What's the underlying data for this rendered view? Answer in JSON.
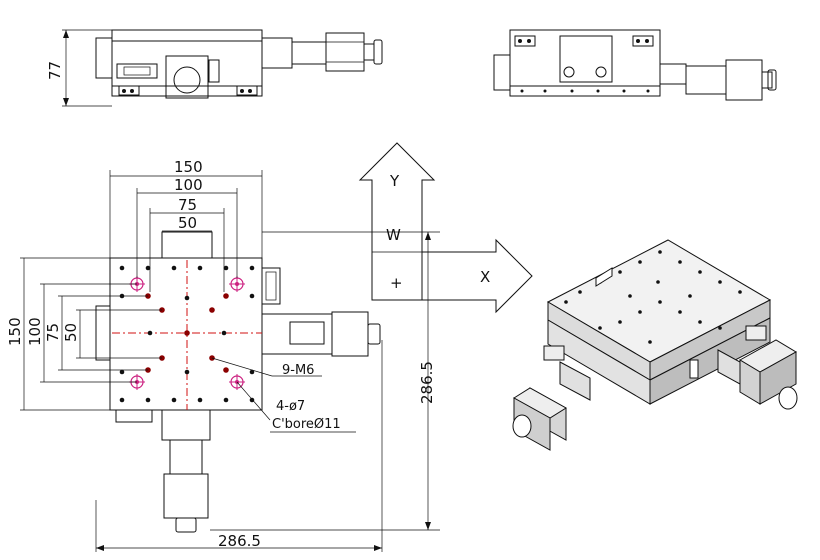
{
  "dimensions": {
    "side_height": "77",
    "top_width_150": "150",
    "top_width_100": "100",
    "top_width_75": "75",
    "top_width_50": "50",
    "left_height_150": "150",
    "left_height_100": "100",
    "left_height_75": "75",
    "left_height_50": "50",
    "total_height": "286.5",
    "total_width": "286.5"
  },
  "callouts": {
    "tapped_holes": "9-M6",
    "counterbore_line1": "4-ø7",
    "counterbore_line2": "C'boreØ11"
  },
  "axes": {
    "y_axis_label": "Y",
    "y_axis_symbol": "W",
    "plus_symbol": "+",
    "x_axis_label": "X"
  },
  "colors": {
    "line": "#111111",
    "center_line": "#d01010",
    "tapped_hole": "#8b0000",
    "counterbore_mark": "#cc2080"
  }
}
